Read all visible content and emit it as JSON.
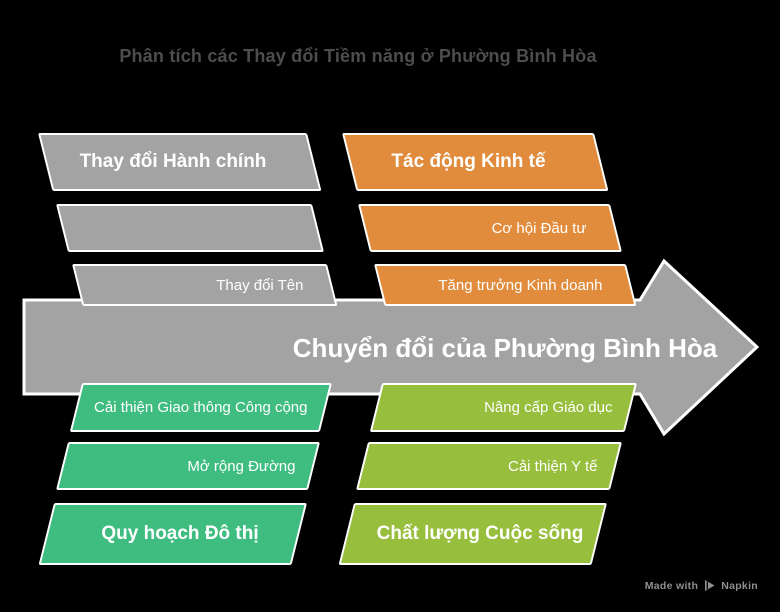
{
  "title": "Phân tích các Thay đổi Tiềm năng ở Phường Bình Hòa",
  "arrow": {
    "label": "Chuyển đổi của Phường Bình Hòa"
  },
  "bars": {
    "tl_header": "Thay đổi Hành chính",
    "tl_item1": "",
    "tl_item2": "Thay đổi Tên",
    "tr_header": "Tác động Kinh tế",
    "tr_item1": "Cơ hội Đầu tư",
    "tr_item2": "Tăng trưởng Kinh doanh",
    "bl_item1": "Cải thiện Giao thông Công cộng",
    "bl_item2": "Mở rộng Đường",
    "bl_header": "Quy hoạch Đô thị",
    "br_item1": "Nâng cấp Giáo dục",
    "br_item2": "Cải thiện Y tế",
    "br_header": "Chất lượng Cuộc sống"
  },
  "watermark": {
    "made_with": "Made with",
    "brand": "Napkin"
  },
  "colors": {
    "gray": "#A3A3A3",
    "orange": "#E08C3C",
    "green": "#3FBD81",
    "lime": "#97BE3C",
    "title_text": "#4D4D4D",
    "bar_text": "#FFFFFF",
    "watermark_text": "#8F8F8F"
  }
}
